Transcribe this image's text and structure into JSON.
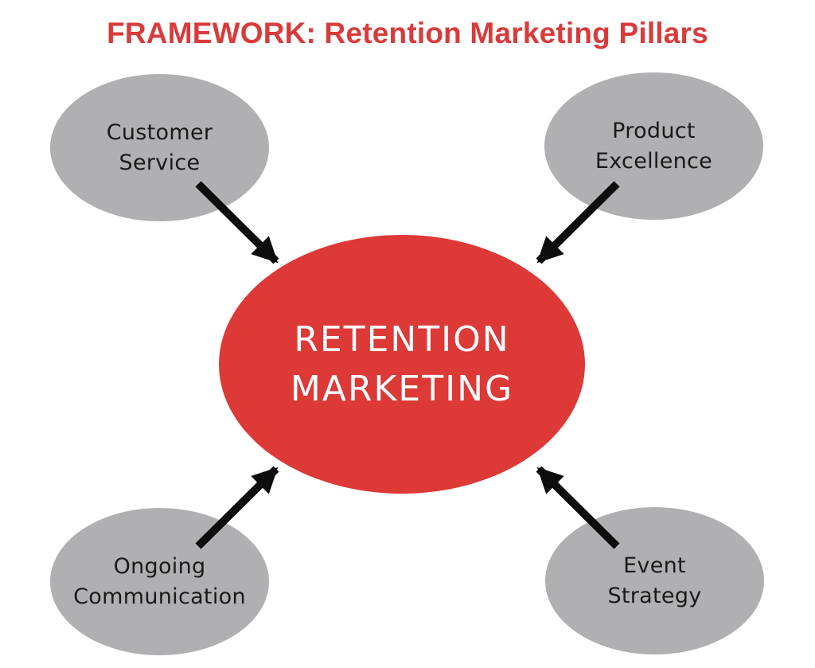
{
  "title": "FRAMEWORK: Retention Marketing Pillars",
  "center": {
    "lines": [
      "RETENTION",
      "MARKETING"
    ]
  },
  "pillars": [
    {
      "id": "customer-service",
      "position": "top-left",
      "lines": [
        "Customer",
        "Service"
      ]
    },
    {
      "id": "product-excellence",
      "position": "top-right",
      "lines": [
        "Product",
        "Excellence"
      ]
    },
    {
      "id": "ongoing-communication",
      "position": "bottom-left",
      "lines": [
        "Ongoing",
        "Communication"
      ]
    },
    {
      "id": "event-strategy",
      "position": "bottom-right",
      "lines": [
        "Event",
        "Strategy"
      ]
    }
  ],
  "edges": [
    {
      "from": "Customer Service",
      "to": "Retention Marketing"
    },
    {
      "from": "Product Excellence",
      "to": "Retention Marketing"
    },
    {
      "from": "Ongoing Communication",
      "to": "Retention Marketing"
    },
    {
      "from": "Event Strategy",
      "to": "Retention Marketing"
    }
  ],
  "colors": {
    "background": "#ffffff",
    "title_color": "#d93b3b",
    "center_fill": "#dc3937",
    "center_text": "#ffffff",
    "pillar_fill": "#b0afb1",
    "pillar_text": "#1a1a1a",
    "arrow": "#0d0d0d"
  }
}
